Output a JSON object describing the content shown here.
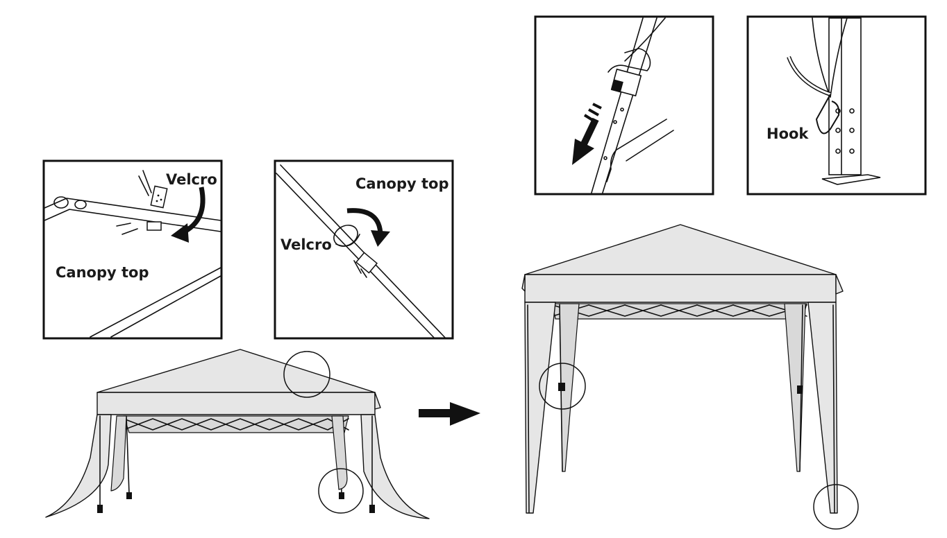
{
  "labels": {
    "panel1_velcro": "Velcro",
    "panel1_canopy": "Canopy top",
    "panel2_canopy": "Canopy top",
    "panel2_velcro": "Velcro",
    "panel4_hook": "Hook"
  }
}
